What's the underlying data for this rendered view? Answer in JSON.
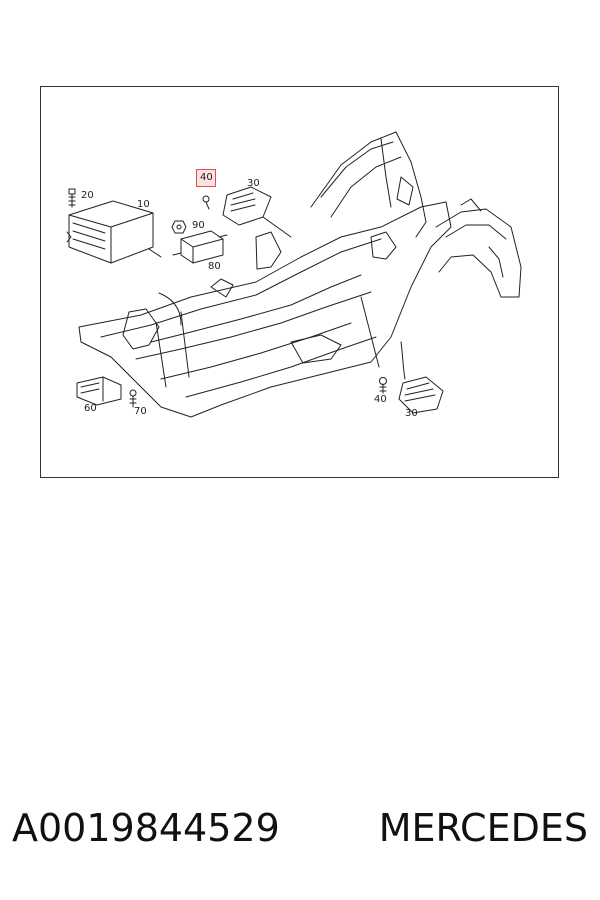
{
  "callouts": {
    "c20": "20",
    "c10": "10",
    "c40_top": "40",
    "c30_top": "30",
    "c90": "90",
    "c80": "80",
    "c60": "60",
    "c70": "70",
    "c40_bottom": "40",
    "c30_bottom": "30"
  },
  "highlight_color": "#d9534f",
  "footer": {
    "part_number": "A0019844529",
    "brand": "MERCEDES"
  }
}
